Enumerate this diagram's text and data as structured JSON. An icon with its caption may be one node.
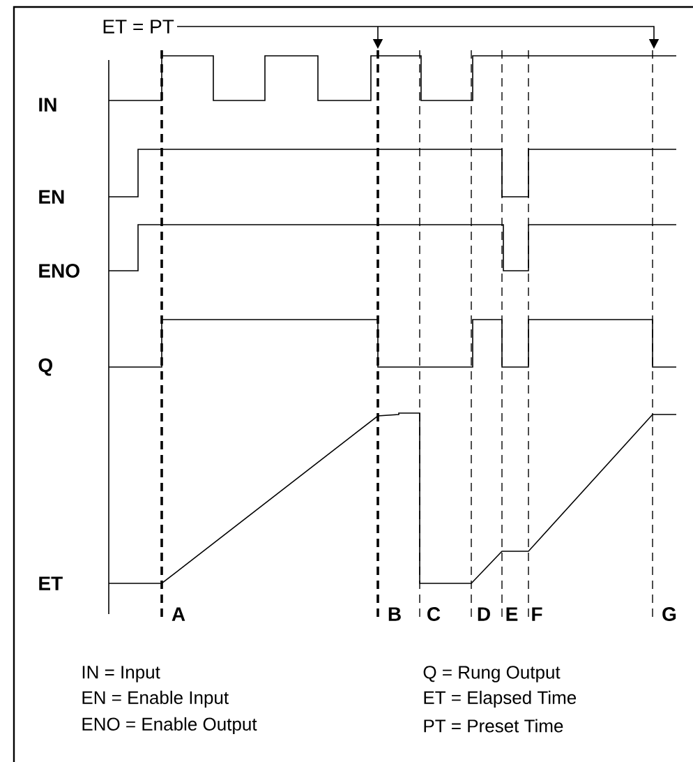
{
  "diagram": {
    "labels": [
      "ET = PT",
      "IN",
      "EN",
      "ENO",
      "Q",
      "ET",
      "A",
      "B",
      "C",
      "D",
      "E",
      "F",
      "G",
      "IN = Input",
      "Q = Rung Output",
      "EN = Enable Input",
      "ET = Elapsed Time",
      "ENO = Enable Output",
      "PT = Preset Time"
    ]
  }
}
